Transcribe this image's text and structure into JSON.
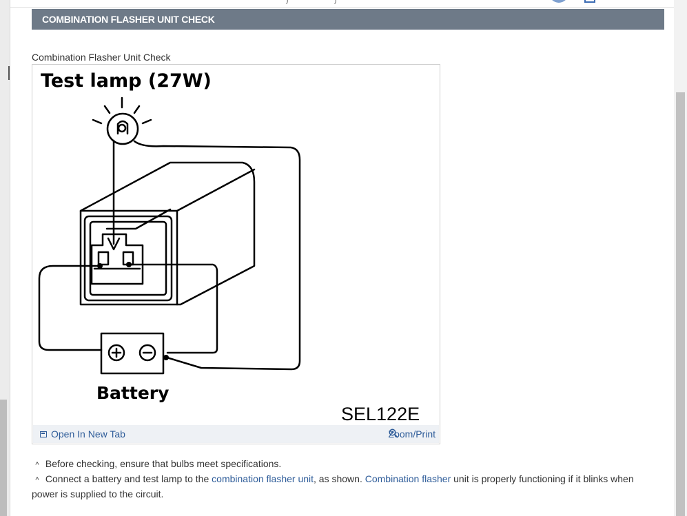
{
  "section": {
    "title": "COMBINATION FLASHER UNIT CHECK"
  },
  "figure": {
    "caption": "Combination Flasher Unit Check",
    "labels": {
      "test_lamp": "Test lamp (27W)",
      "battery": "Battery",
      "code": "SEL122E",
      "plus": "+",
      "minus": "−"
    },
    "open_in_new_tab": "Open In New Tab",
    "zoom_print": "Zoom/Print"
  },
  "body": {
    "bullet_glyph": "^",
    "line1": "Before checking, ensure that bulbs meet specifications.",
    "line2_a": "Connect a battery and test lamp to the ",
    "line2_link1": "combination flasher unit",
    "line2_b": ", as shown. ",
    "line2_link2": "Combination flasher",
    "line2_c": " unit is properly functioning if it blinks when power is supplied to the circuit."
  },
  "icons": {
    "open_tab": "open-tab-icon",
    "zoom": "zoom-icon"
  },
  "colors": {
    "header_bg": "#6e7a88",
    "link": "#2e5c99",
    "footer_bg": "#eef1f5"
  }
}
